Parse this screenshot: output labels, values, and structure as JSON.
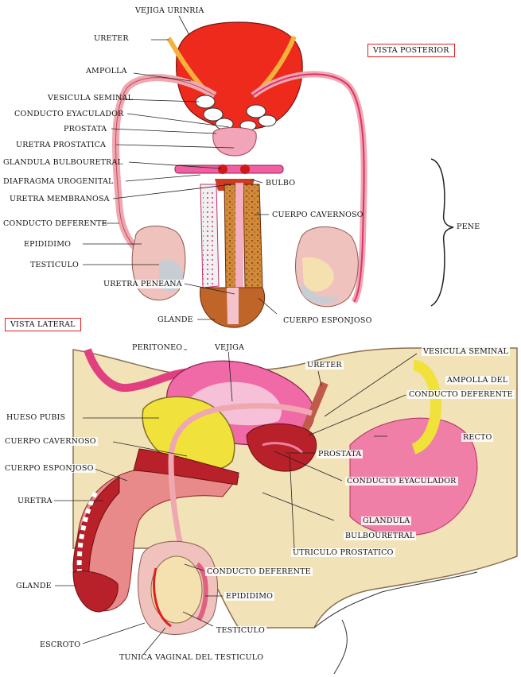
{
  "posterior": {
    "view_title": "VISTA POSTERIOR",
    "labels": {
      "vejiga": "VEJIGA URINRIA",
      "ureter": "URETER",
      "ampolla": "AMPOLLA",
      "vesicula": "VESICULA SEMINAL",
      "conducto_eyaculador": "CONDUCTO EYACULADOR",
      "prostata": "PROSTATA",
      "uretra_prostatica": "URETRA PROSTATICA",
      "glandula": "GLANDULA BULBOURETRAL",
      "diafragma": "DIAFRAGMA UROGENITAL",
      "uretra_membranosa": "URETRA MEMBRANOSA",
      "conducto_deferente": "CONDUCTO DEFERENTE",
      "epididimo": "EPIDIDIMO",
      "testiculo": "TESTICULO",
      "uretra_peneana": "URETRA PENEANA",
      "glande": "GLANDE",
      "bulbo": "BULBO",
      "cuerpo_cavernoso": "CUERPO CAVERNOSO",
      "cuerpo_esponjoso": "CUERPO ESPONJOSO",
      "pene": "PENE"
    }
  },
  "lateral": {
    "view_title": "VISTA LATERAL",
    "labels": {
      "peritoneo": "PERITONEO",
      "vejiga": "VEJIGA",
      "ureter": "URETER",
      "vesicula": "VESICULA SEMINAL",
      "ampolla_1": "AMPOLLA DEL",
      "ampolla_2": "CONDUCTO DEFERENTE",
      "hueso_pubis": "HUESO PUBIS",
      "cuerpo_cavernoso": "CUERPO CAVERNOSO",
      "cuerpo_esponjoso": "CUERPO ESPONJOSO",
      "recto": "RECTO",
      "prostata": "PROSTATA",
      "conducto_eyaculador": "CONDUCTO   EYACULADOR",
      "uretra": "URETRA",
      "glandula_1": "GLANDULA",
      "glandula_2": "BULBOURETRAL",
      "utriculo": "UTRICULO PROSTATICO",
      "conducto_deferente": "CONDUCTO DEFERENTE",
      "glande": "GLANDE",
      "epididimo": "EPIDIDIMO",
      "testiculo": "TESTICULO",
      "escroto": "ESCROTO",
      "tunica": "TUNICA VAGINAL DEL TESTICULO"
    }
  },
  "colors": {
    "bladder": "#ee2a1c",
    "gland_pink": "#f2a4b8",
    "testis_pink": "#f0c2bd",
    "cavernous": "#c0652a",
    "spongy_red": "#b8202a",
    "pubis_yellow": "#f0e23a",
    "rectum_pink": "#f07fa8",
    "skin_beige": "#f2e2b8",
    "box_red": "#dd2222"
  }
}
